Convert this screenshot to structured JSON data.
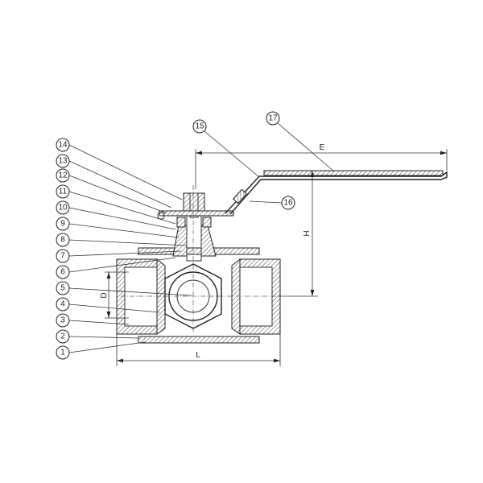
{
  "callouts": [
    "1",
    "2",
    "3",
    "4",
    "5",
    "6",
    "7",
    "8",
    "9",
    "10",
    "11",
    "12",
    "13",
    "14",
    "15",
    "16",
    "17"
  ],
  "dimensions": {
    "E": "E",
    "H": "H",
    "L": "L",
    "D": "D"
  },
  "colors": {
    "line": "#222222",
    "background": "#ffffff"
  }
}
